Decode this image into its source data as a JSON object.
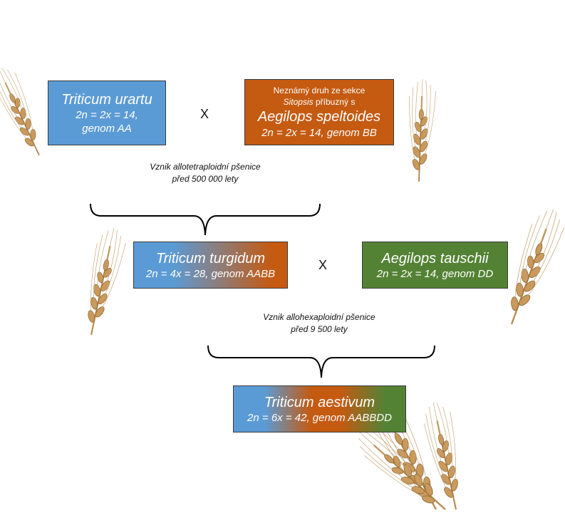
{
  "nodes": {
    "urartu": {
      "title": "Triticum urartu",
      "line1": "2n = 2x = 14,",
      "line2": "genom AA"
    },
    "speltoides": {
      "line1": "Neznámý druh ze sekce",
      "line2_italic": "Sitopsis",
      "line2_rest": " příbuzný s",
      "title": "Aegilops speltoides",
      "line3": "2n = 2x = 14, genom BB"
    },
    "turgidum": {
      "title": "Triticum turgidum",
      "line1": "2n = 4x = 28, genom AABB"
    },
    "tauschii": {
      "title": "Aegilops tauschii",
      "line1": "2n = 2x = 14, genom DD"
    },
    "aestivum": {
      "title": "Triticum aestivum",
      "line1": "2n = 6x = 42, genom AABBDD"
    }
  },
  "cross_symbol": "X",
  "notes": {
    "tetraploid": {
      "line1": "Vznik allotetraploidní pšenice",
      "line2": "před 500 000 lety"
    },
    "hexaploid": {
      "line1": "Vznik allohexaploidní pšenice",
      "line2": "před 9 500 lety"
    }
  },
  "colors": {
    "genome_a": "#5b9bd5",
    "genome_b": "#c55a11",
    "genome_d": "#548235"
  },
  "icons": [
    "wheat-ear-icon"
  ]
}
